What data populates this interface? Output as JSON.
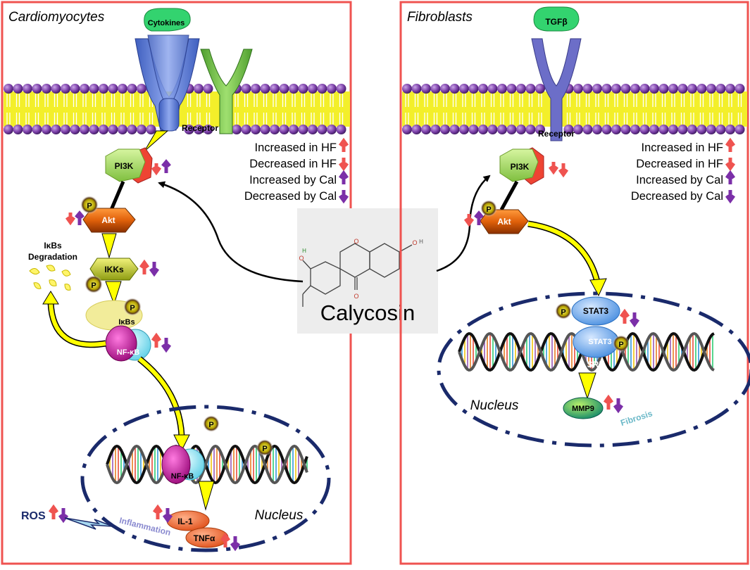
{
  "left_panel": {
    "title": "Cardiomyocytes",
    "cytokines_label": "Cytokines",
    "receptor_label": "Receptor",
    "pi3k_label": "PI3K",
    "akt_label": "Akt",
    "ikks_label": "IKKs",
    "ikbs_label": "IκBs",
    "ikbs_degradation_line1": "IκBs",
    "ikbs_degradation_line2": "Degradation",
    "nfkb_label": "NF-κB",
    "nfkb_nuclear_label": "NF-κB",
    "nucleus_label": "Nucleus",
    "ros_label": "ROS",
    "inflammation_label": "Inflammation",
    "il1_label": "IL-1",
    "tnfa_label": "TNFα",
    "p_label": "P"
  },
  "right_panel": {
    "title": "Fibroblasts",
    "tgfb_label": "TGFβ",
    "receptor_label": "Receptor",
    "pi3k_label": "PI3K",
    "akt_label": "Akt",
    "stat3_label": "STAT3",
    "stat3_b_label": "STAT3",
    "sre_label": "SRE",
    "nucleus_label": "Nucleus",
    "mmp9_label": "MMP9",
    "fibrosis_label": "Fibrosis",
    "p_label": "P"
  },
  "legend": [
    {
      "label": "Increased in HF",
      "arrow": "up",
      "color": "#ef5350"
    },
    {
      "label": "Decreased in HF",
      "arrow": "down",
      "color": "#ef5350"
    },
    {
      "label": "Increased by Cal",
      "arrow": "up",
      "color": "#7b2fa8"
    },
    {
      "label": "Decreased by Cal",
      "arrow": "down",
      "color": "#7b2fa8"
    }
  ],
  "center": {
    "compound_name": "Calycosin",
    "atom_o_labels": [
      "O",
      "O",
      "O",
      "O"
    ],
    "atom_h_labels": [
      "H",
      "H"
    ]
  },
  "colors": {
    "frame": "#ef5350",
    "membrane_head": "#7b3fa8",
    "membrane_tail": "#f3ef2a",
    "yellow_arrow": "#ffff00",
    "nucleus_dash": "#1a2a6b",
    "increase_hf": "#ef5350",
    "cal_effect": "#7b2fa8"
  }
}
